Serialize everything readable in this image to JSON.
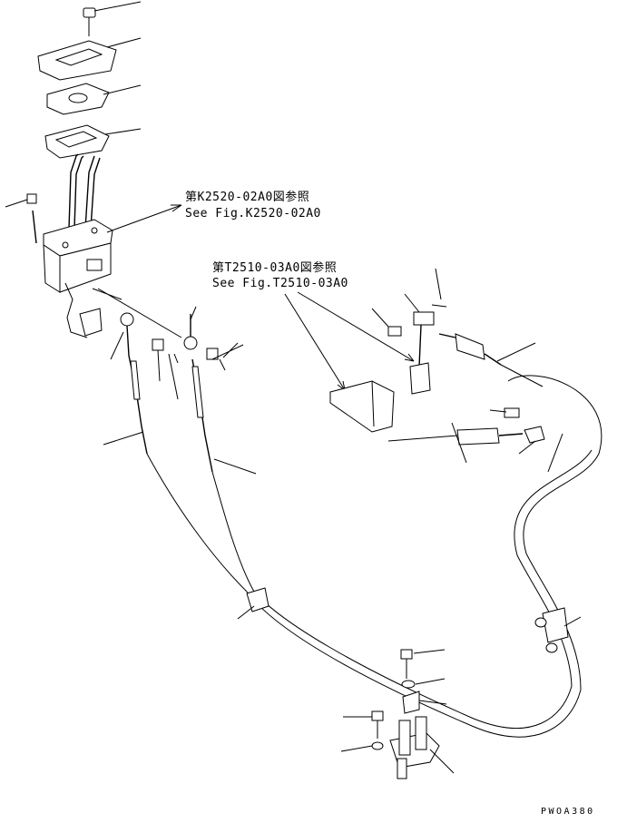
{
  "references": {
    "ref1_jp": "第K2520-02A0図参照",
    "ref1_en": "See Fig.K2520-02A0",
    "ref2_jp": "第T2510-03A0図参照",
    "ref2_en": "See Fig.T2510-03A0"
  },
  "drawing_code": "PWOA380",
  "colors": {
    "line": "#000000",
    "background": "#ffffff"
  }
}
